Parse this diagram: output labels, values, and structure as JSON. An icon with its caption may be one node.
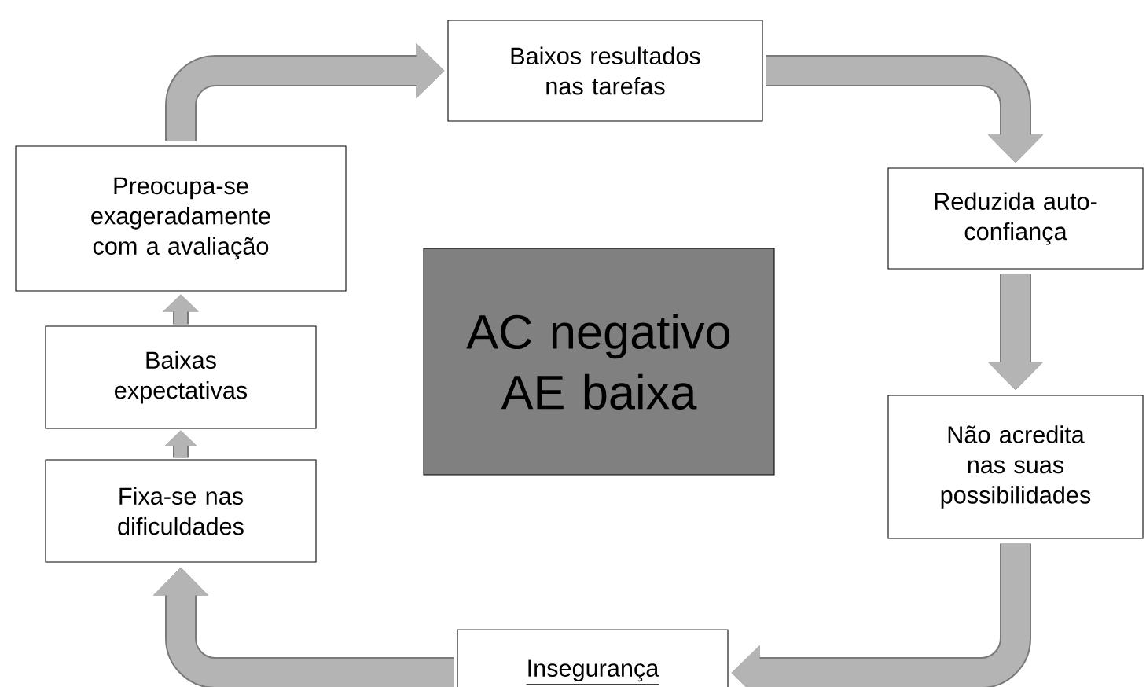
{
  "diagram": {
    "nodes": [
      {
        "text": [
          "Baixos resultados nas tarefas"
        ]
      },
      {
        "text": [
          "Preocupa-se exageradamente com a avaliação"
        ]
      },
      {
        "text": [
          "Reduzida auto-confiança"
        ]
      },
      {
        "text": [
          "AC negativo AE baixa"
        ]
      },
      {
        "text": [
          "Baixas expectativas"
        ]
      },
      {
        "text": [
          "Não acredita nas suas possibilidades"
        ]
      },
      {
        "text": [
          "Fixa-se nas dificuldades"
        ]
      },
      {
        "text": [
          "Insegurança"
        ]
      }
    ],
    "edges": [
      {
        "from": 1,
        "to": 0,
        "arrow": "to"
      },
      {
        "from": 0,
        "to": 2,
        "arrow": "to"
      },
      {
        "from": 2,
        "to": 5,
        "arrow": "to"
      },
      {
        "from": 5,
        "to": 7,
        "arrow": "to"
      },
      {
        "from": 7,
        "to": 6,
        "arrow": "to"
      },
      {
        "from": 6,
        "to": 4,
        "arrow": "to"
      },
      {
        "from": 4,
        "to": 1,
        "arrow": "to"
      }
    ]
  }
}
